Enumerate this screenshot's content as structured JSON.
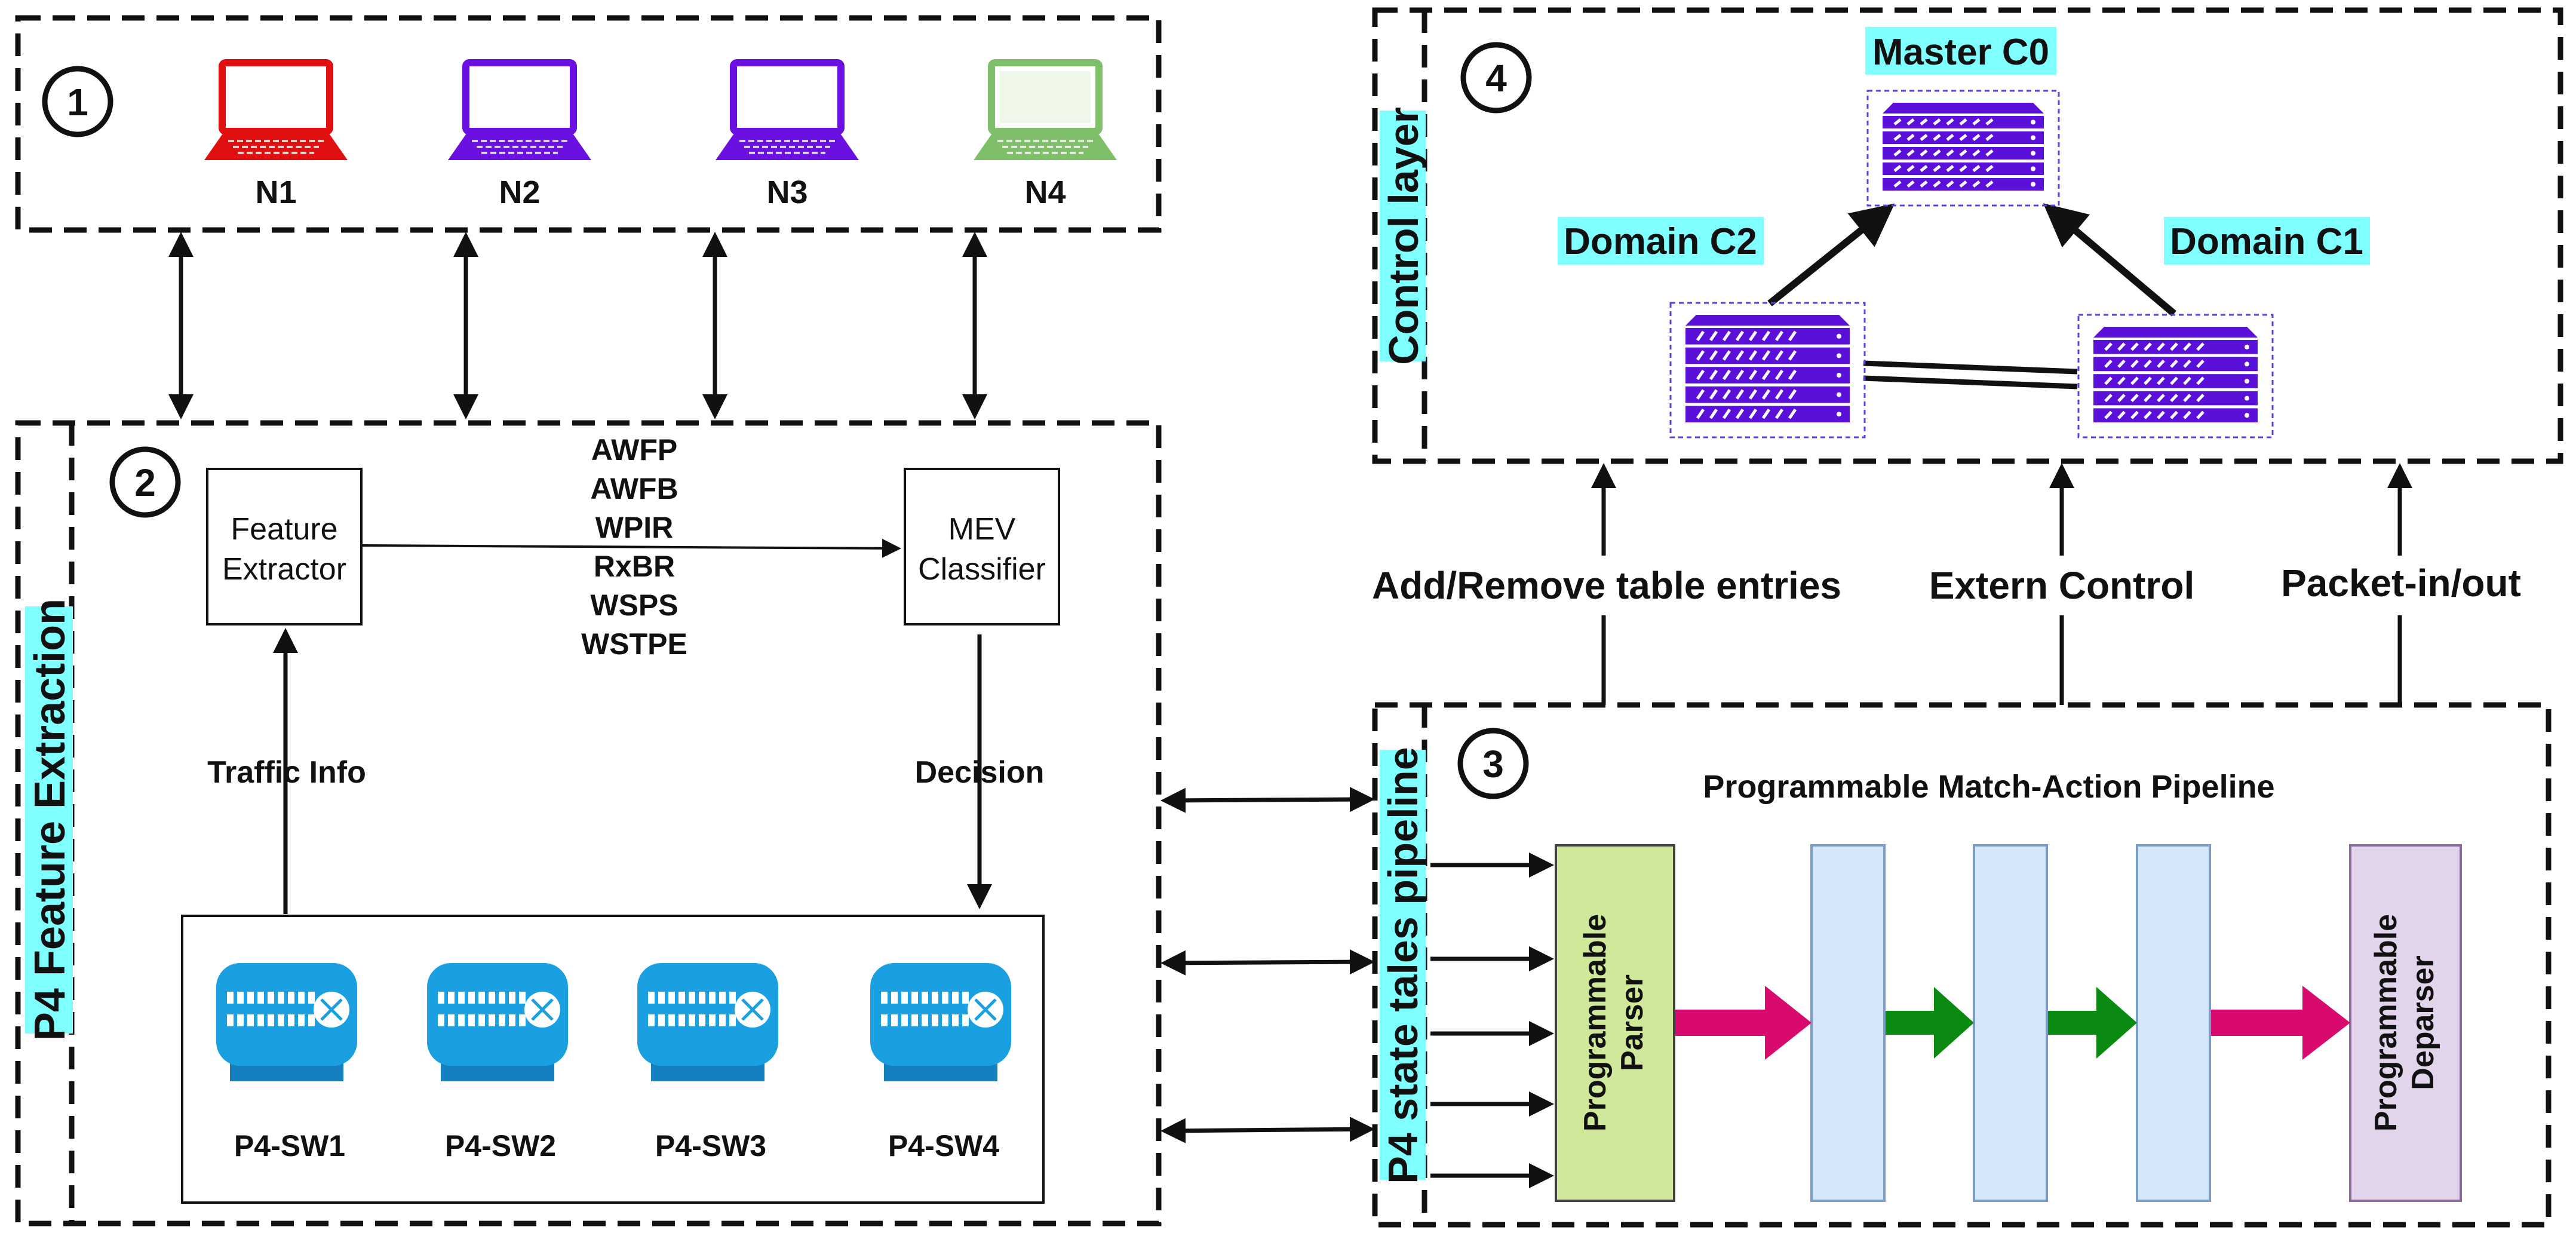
{
  "colors": {
    "laptop_red": "#e01010",
    "laptop_purple": "#6a10e0",
    "laptop_green": "#7fbf6a",
    "server": "#5a10d8",
    "switch": "#1aa0e0",
    "label_highlight": "#7fffff",
    "parser_fill": "#cfe89a",
    "stage_fill": "#d6e6fb",
    "deparser_fill": "#e2d4ea",
    "arrow_magenta": "#d80a6e",
    "arrow_green": "#0a8a10"
  },
  "nodes_section": {
    "marker": "1",
    "laptops": [
      {
        "label": "N1",
        "color": "red"
      },
      {
        "label": "N2",
        "color": "purple"
      },
      {
        "label": "N3",
        "color": "purple"
      },
      {
        "label": "N4",
        "color": "green"
      }
    ]
  },
  "feature_section": {
    "marker": "2",
    "side_label": "P4 Feature Extraction",
    "extractor_lines": [
      "Feature",
      "Extractor"
    ],
    "classifier_lines": [
      "MEV",
      "Classifier"
    ],
    "features": [
      "AWFP",
      "AWFB",
      "WPIR",
      "RxBR",
      "WSPS",
      "WSTPE"
    ],
    "traffic_label": "Traffic Info",
    "decision_label": "Decision",
    "switches": [
      "P4-SW1",
      "P4-SW2",
      "P4-SW3",
      "P4-SW4"
    ]
  },
  "pipeline_section": {
    "marker": "3",
    "side_label": "P4 state tales pipeline",
    "title": "Programmable Match-Action Pipeline",
    "parser_lines": [
      "Programmable",
      "Parser"
    ],
    "deparser_lines": [
      "Programmable",
      "Deparser"
    ]
  },
  "control_section": {
    "marker": "4",
    "side_label": "Control layer",
    "master": "Master C0",
    "domain_left": "Domain C2",
    "domain_right": "Domain C1"
  },
  "interfaces": {
    "table_entries": "Add/Remove table entries",
    "extern_control": "Extern Control",
    "packet_io": "Packet-in/out"
  }
}
